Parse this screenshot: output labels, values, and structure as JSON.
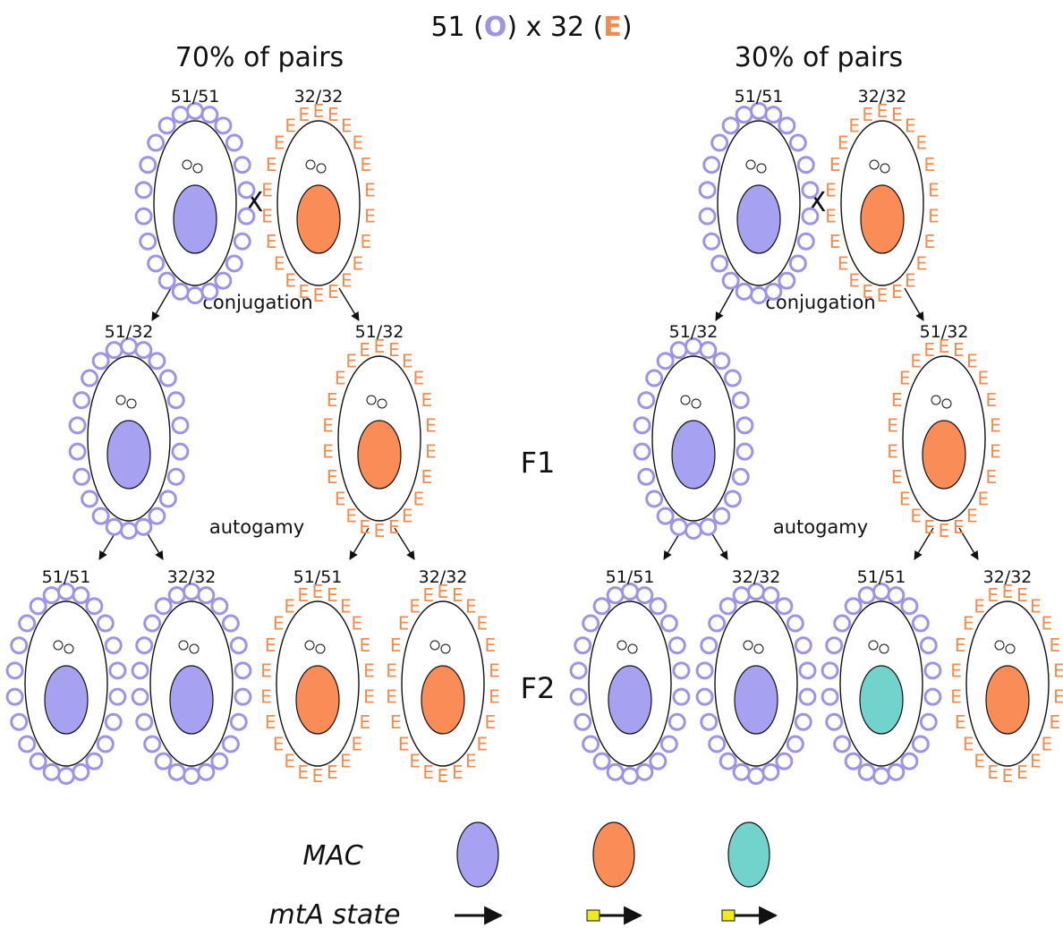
{
  "header": {
    "title_prefix": "51 (",
    "title_mid": ") x 32 (",
    "title_suffix": ")",
    "symbol_o": "O",
    "symbol_e": "E"
  },
  "panels": [
    {
      "heading": "70% of pairs",
      "parents": [
        {
          "genotype": "51/51",
          "surface": "O",
          "mac": "purple"
        },
        {
          "genotype": "32/32",
          "surface": "E",
          "mac": "orange"
        }
      ],
      "cross_symbol": "X",
      "conjugation_label": "conjugation",
      "f1": [
        {
          "genotype": "51/32",
          "surface": "O",
          "mac": "purple"
        },
        {
          "genotype": "51/32",
          "surface": "E",
          "mac": "orange"
        }
      ],
      "autogamy_label": "autogamy",
      "f2": [
        {
          "genotype": "51/51",
          "surface": "O",
          "mac": "purple"
        },
        {
          "genotype": "32/32",
          "surface": "O",
          "mac": "purple"
        },
        {
          "genotype": "51/51",
          "surface": "E",
          "mac": "orange"
        },
        {
          "genotype": "32/32",
          "surface": "E",
          "mac": "orange"
        }
      ]
    },
    {
      "heading": "30% of pairs",
      "parents": [
        {
          "genotype": "51/51",
          "surface": "O",
          "mac": "purple"
        },
        {
          "genotype": "32/32",
          "surface": "E",
          "mac": "orange"
        }
      ],
      "cross_symbol": "X",
      "conjugation_label": "conjugation",
      "f1": [
        {
          "genotype": "51/32",
          "surface": "O",
          "mac": "purple"
        },
        {
          "genotype": "51/32",
          "surface": "E",
          "mac": "orange"
        }
      ],
      "autogamy_label": "autogamy",
      "f2": [
        {
          "genotype": "51/51",
          "surface": "O",
          "mac": "purple"
        },
        {
          "genotype": "32/32",
          "surface": "O",
          "mac": "purple"
        },
        {
          "genotype": "51/51",
          "surface": "O",
          "mac": "teal"
        },
        {
          "genotype": "32/32",
          "surface": "E",
          "mac": "orange"
        }
      ]
    }
  ],
  "generations": {
    "f1": "F1",
    "f2": "F2"
  },
  "legend": {
    "mac_label": "MAC",
    "mta_label": "mtA state",
    "mac_colors": [
      "purple",
      "orange",
      "teal"
    ],
    "mta_states": [
      "plain-arrow",
      "boxed-arrow",
      "boxed-arrow"
    ]
  },
  "colors": {
    "purple": "#a7a1f1",
    "orange": "#fa8d57",
    "teal": "#72d3cc",
    "o_stroke": "#9e93e8",
    "e_text": "#f58a4c",
    "box_yellow": "#f2ea1e"
  }
}
